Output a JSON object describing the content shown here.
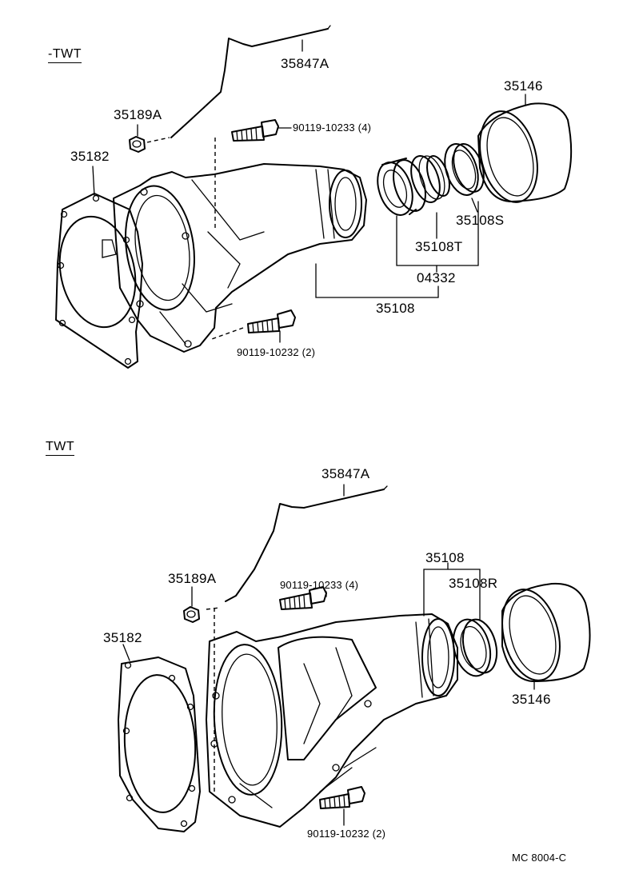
{
  "sections": {
    "non_twt_label": "-TWT",
    "twt_label": "TWT"
  },
  "top": {
    "pipe": "35847A",
    "nut": "35189A",
    "bolt_upper": "90119-10233 (4)",
    "gasket": "35182",
    "dust_cover": "35146",
    "seal_s": "35108S",
    "seal_t": "35108T",
    "kit": "04332",
    "housing": "35108",
    "bolt_lower": "90119-10232 (2)"
  },
  "bottom": {
    "pipe": "35847A",
    "nut": "35189A",
    "bolt_upper": "90119-10233 (4)",
    "gasket": "35182",
    "housing": "35108",
    "seal_r": "35108R",
    "dust_cover": "35146",
    "bolt_lower": "90119-10232 (2)"
  },
  "footer": {
    "code": "MC  8004-C"
  }
}
